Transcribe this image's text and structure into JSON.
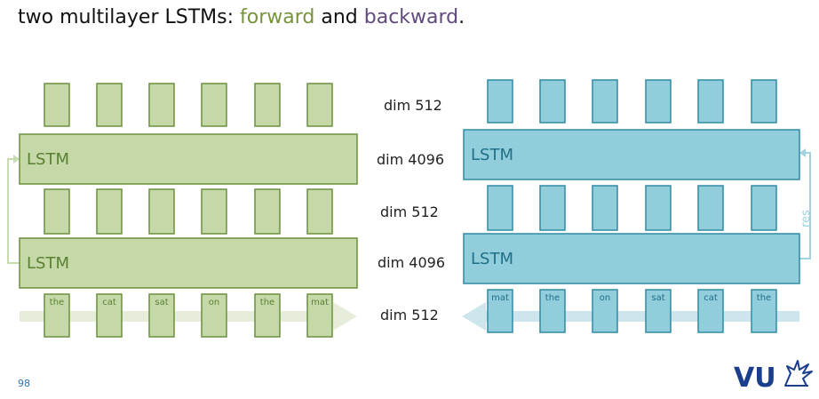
{
  "title": {
    "prefix": "two multilayer LSTMs: ",
    "forward": "forward",
    "middle": " and ",
    "backward": "backward",
    "suffix": "."
  },
  "colors": {
    "forward_fill": "#c5d9a8",
    "forward_stroke": "#6b8f3e",
    "forward_text": "#5a7f32",
    "forward_title": "#77933c",
    "forward_arrow": "#e6eedb",
    "forward_res": "#c7dcae",
    "backward_fill": "#92cddc",
    "backward_stroke": "#2e8ba3",
    "backward_text": "#1f7088",
    "backward_title": "#604a7b",
    "backward_arrow": "#cde6ee",
    "backward_res": "#9fd3e0",
    "page_number": "#2e75b6",
    "logo": "#1a3e8c"
  },
  "dims": [
    "dim 512",
    "dim 4096",
    "dim 512",
    "dim 4096",
    "dim 512"
  ],
  "forward": {
    "lstm_top": "LSTM",
    "lstm_bottom": "LSTM",
    "words": [
      "the",
      "cat",
      "sat",
      "on",
      "the",
      "mat"
    ]
  },
  "backward": {
    "lstm_top": "LSTM",
    "lstm_bottom": "LSTM",
    "words": [
      "mat",
      "the",
      "on",
      "sat",
      "cat",
      "the"
    ],
    "res_label": "res"
  },
  "page_number": "98",
  "logo": {
    "text": "VU",
    "icon": "griffin-icon"
  }
}
